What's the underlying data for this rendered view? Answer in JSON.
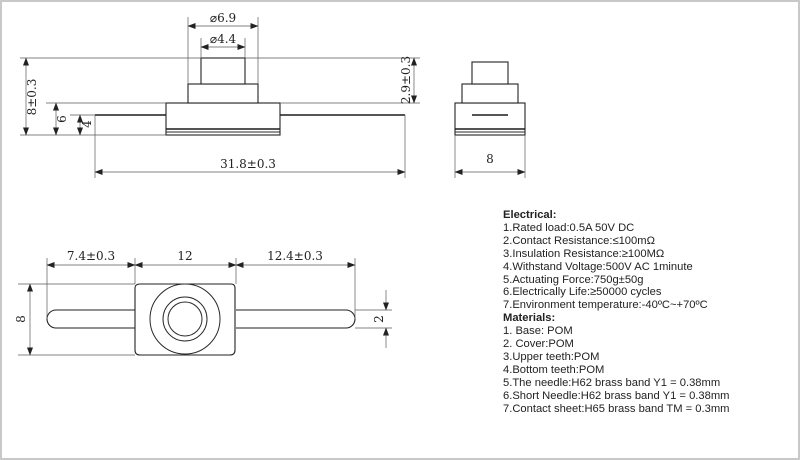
{
  "front_view": {
    "dims": {
      "outer_diameter": "⌀6.9",
      "inner_diameter": "⌀4.4",
      "total_height": "8±0.3",
      "body_height": "6",
      "lead_height": "4",
      "lead_span": "31.8±0.3",
      "button_height": "2.9±0.3"
    }
  },
  "side_view": {
    "dims": {
      "width": "8"
    }
  },
  "top_view": {
    "dims": {
      "left_lead": "7.4±0.3",
      "body_length": "12",
      "right_lead": "12.4±0.3",
      "width": "8",
      "lead_width": "2"
    }
  },
  "electrical": {
    "title": "Electrical:",
    "items": [
      "1.Rated load:0.5A 50V DC",
      "2.Contact Resistance:≤100mΩ",
      "3.Insulation Resistance:≥100MΩ",
      "4.Withstand Voltage:500V AC 1minute",
      "5.Actuating Force:750g±50g",
      "6.Electrically Life:≥50000 cycles",
      "7.Environment temperature:-40ºC~+70ºC"
    ]
  },
  "materials": {
    "title": "Materials:",
    "items": [
      "1. Base: POM",
      "2. Cover:POM",
      "3.Upper teeth:POM",
      "4.Bottom teeth:POM",
      "5.The needle:H62 brass band Y1 = 0.38mm",
      "6.Short Needle:H62 brass band Y1 = 0.38mm",
      "7.Contact sheet:H65 brass band TM = 0.3mm"
    ]
  },
  "colors": {
    "line": "#2a2a2a",
    "frame": "#c8c8c8",
    "background": "#ffffff"
  }
}
